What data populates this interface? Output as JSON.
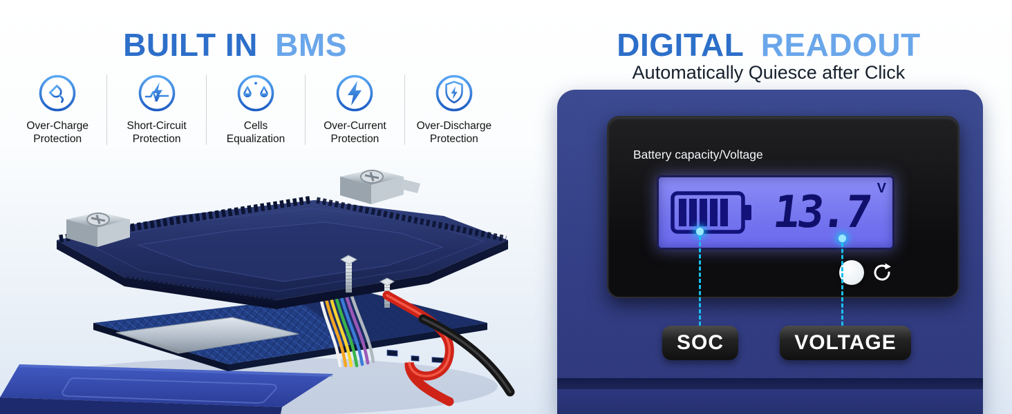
{
  "left": {
    "title_part1": "BUILT IN",
    "title_part2": "BMS",
    "features": [
      {
        "line1": "Over-Charge",
        "line2": "Protection"
      },
      {
        "line1": "Short-Circuit",
        "line2": "Protection"
      },
      {
        "line1": "Cells",
        "line2": "Equalization"
      },
      {
        "line1": "Over-Current",
        "line2": "Protection"
      },
      {
        "line1": "Over-Discharge",
        "line2": "Protection"
      }
    ]
  },
  "right": {
    "title_part1": "DIGITAL",
    "title_part2": "READOUT",
    "subtitle": "Automatically Quiesce after Click",
    "display_label": "Battery capacity/Voltage",
    "reading_value": "13.7",
    "reading_unit": "V",
    "callout_soc": "SOC",
    "callout_voltage": "VOLTAGE"
  },
  "colors": {
    "title_primary": "#2d6fc9",
    "title_secondary": "#6aa6ea",
    "panel_blue": "#2e3a82",
    "lcd_purple": "#7474ef",
    "lcd_glyph_navy": "#10106c",
    "accent_cyan": "#17c0f0",
    "pill_black": "#101010"
  }
}
